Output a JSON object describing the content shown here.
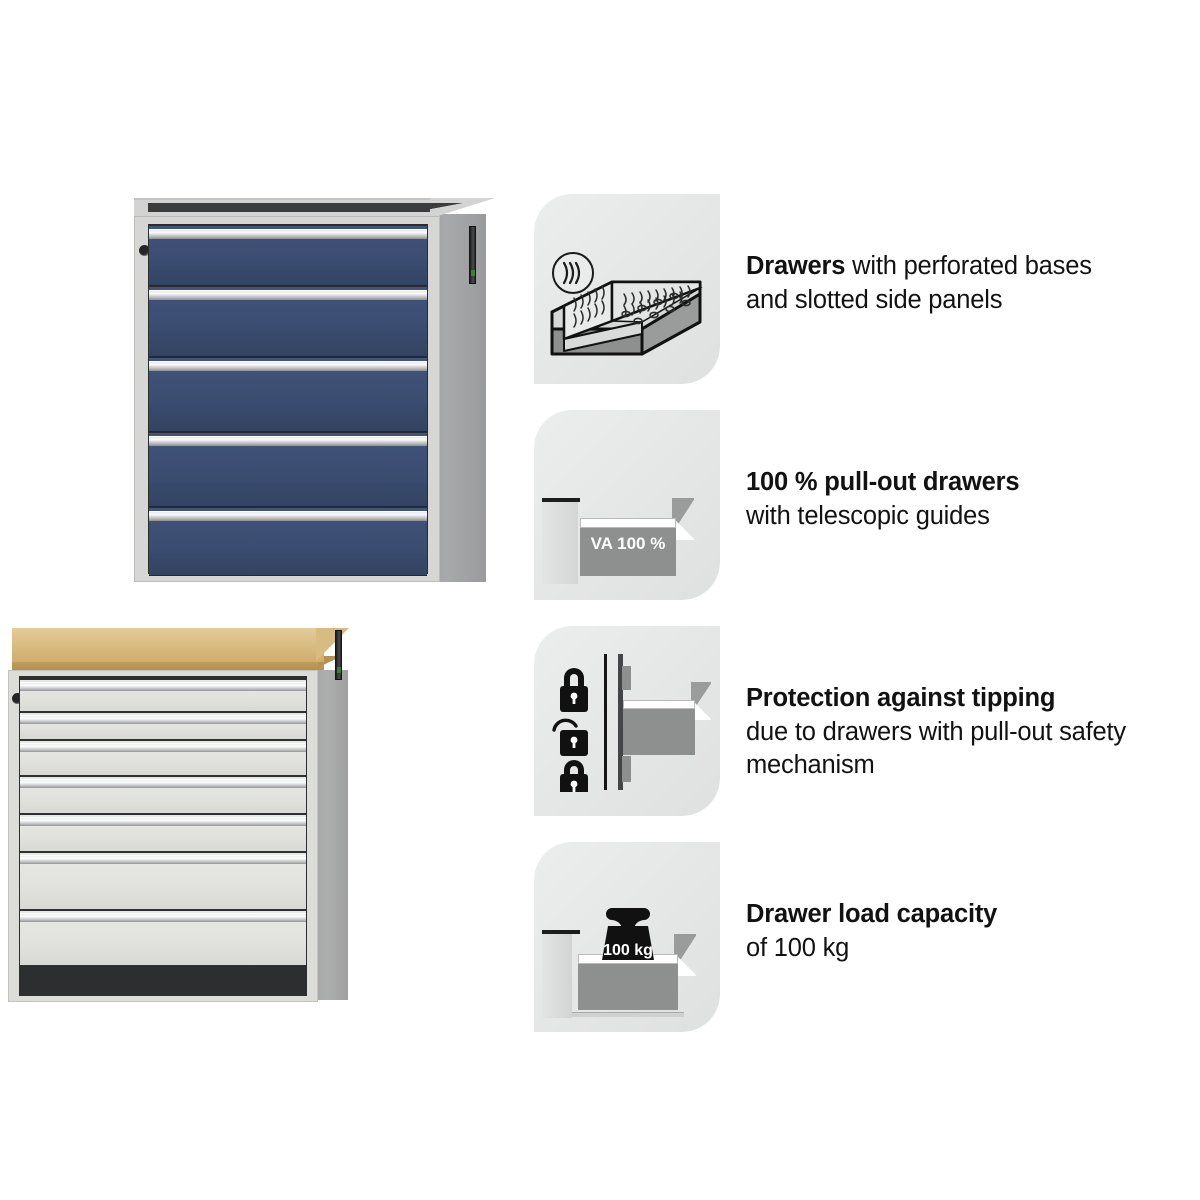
{
  "products": {
    "blue_cabinet": {
      "name": "drawer-cabinet-blue",
      "frame_color": "#d6d7d5",
      "drawer_color": "#3b4d71",
      "drawer_count": 5,
      "drawer_heights": [
        62,
        72,
        76,
        76,
        80
      ]
    },
    "grey_cabinet": {
      "name": "drawer-cabinet-grey-with-worktop",
      "frame_color": "#dcddd9",
      "drawer_color": "#e2e3df",
      "worktop_color": "#dcbf85",
      "drawer_count": 7,
      "drawer_heights": [
        34,
        28,
        36,
        38,
        38,
        58,
        56
      ]
    }
  },
  "features": [
    {
      "icon": "perforated-drawer-icon",
      "bold": "Drawers",
      "rest": " with perforated bases",
      "line2": "and slotted side panels"
    },
    {
      "icon": "full-pullout-drawer-icon",
      "bold": "100 % pull-out drawers",
      "rest": "",
      "line2": "with telescopic guides",
      "icon_label": "VA 100 %"
    },
    {
      "icon": "tipping-protection-lock-icon",
      "bold": "Protection against tipping",
      "rest": "",
      "line2": "due to drawers with pull-out safety",
      "line3": "mechanism"
    },
    {
      "icon": "drawer-load-capacity-icon",
      "bold": "Drawer load capacity",
      "rest": "",
      "line2": "of 100 kg",
      "icon_label": "100 kg"
    }
  ],
  "colors": {
    "tile_background": "#e6e7e7",
    "text": "#121212",
    "icon_dark": "#1a1a1a",
    "icon_mid_grey": "#8e8f8f",
    "page_background": "#ffffff"
  }
}
